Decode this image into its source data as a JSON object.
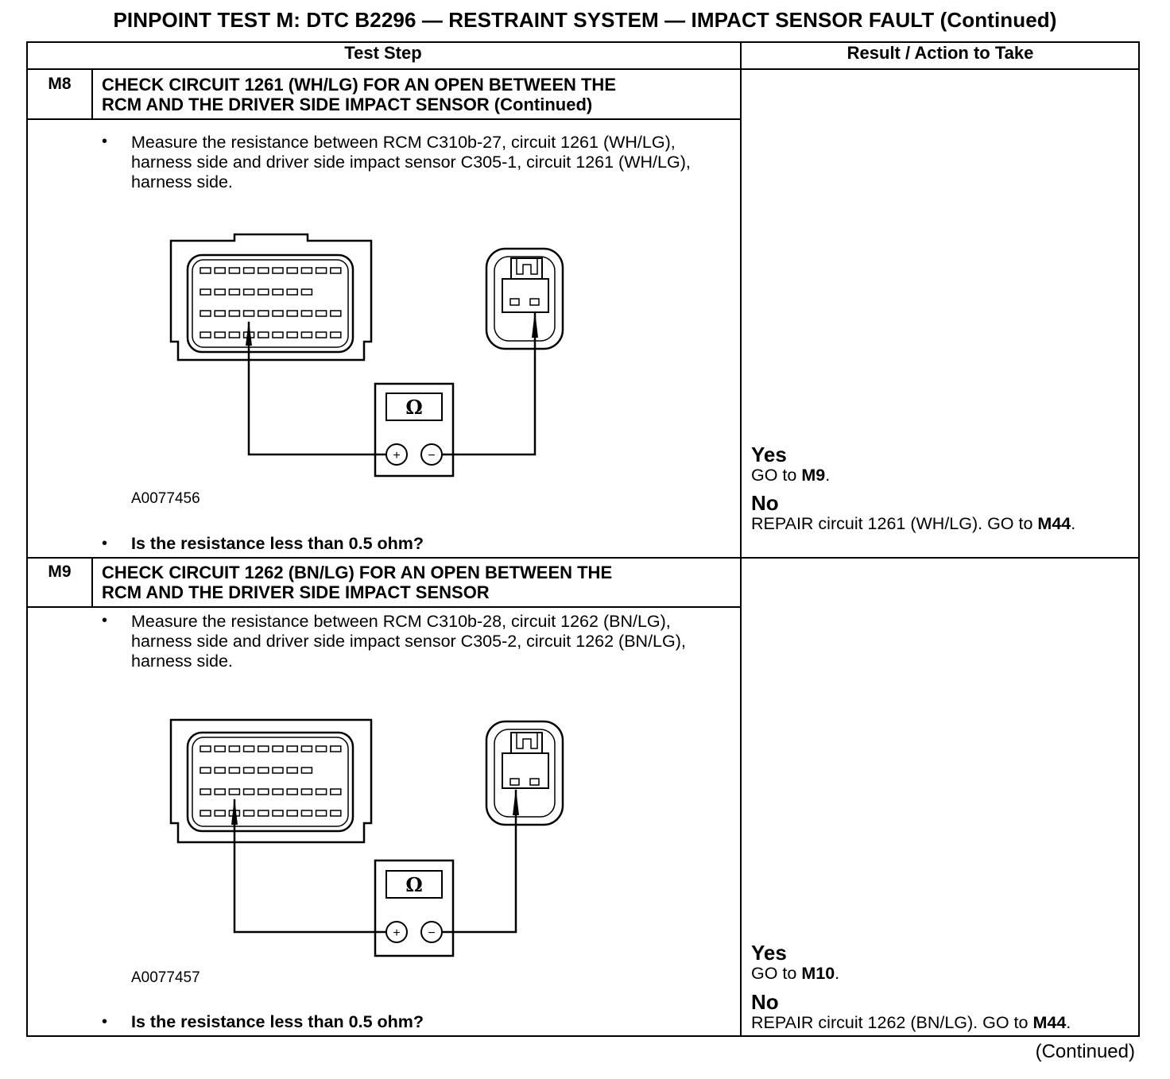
{
  "title": "PINPOINT TEST  M: DTC B2296 — RESTRAINT SYSTEM — IMPACT SENSOR FAULT (Continued)",
  "header": {
    "test_step": "Test Step",
    "result": "Result / Action to Take"
  },
  "steps": [
    {
      "id": "M8",
      "title_line1": "CHECK CIRCUIT 1261 (WH/LG) FOR AN OPEN BETWEEN THE",
      "title_line2": "RCM AND THE DRIVER SIDE IMPACT SENSOR (Continued)",
      "bullet": "•",
      "instruction": "Measure the resistance between RCM C310b-27, circuit 1261 (WH/LG), harness side and driver side impact sensor C305-1, circuit 1261 (WH/LG), harness side.",
      "figure_id": "A0077456",
      "meter_symbol": "Ω",
      "plus": "+",
      "minus": "−",
      "question": "Is the resistance less than 0.5 ohm?",
      "yes_label": "Yes",
      "yes_text_a": "GO to ",
      "yes_text_b": "M9",
      "yes_text_c": ".",
      "no_label": "No",
      "no_text_a": "REPAIR circuit 1261 (WH/LG). GO to ",
      "no_text_b": "M44",
      "no_text_c": "."
    },
    {
      "id": "M9",
      "title_line1": "CHECK CIRCUIT 1262 (BN/LG) FOR AN OPEN BETWEEN THE",
      "title_line2": "RCM AND THE DRIVER SIDE IMPACT SENSOR",
      "bullet": "•",
      "instruction": "Measure the resistance between RCM C310b-28, circuit 1262 (BN/LG), harness side and driver side impact sensor C305-2, circuit 1262 (BN/LG), harness side.",
      "figure_id": "A0077457",
      "meter_symbol": "Ω",
      "plus": "+",
      "minus": "−",
      "question": "Is the resistance less than 0.5 ohm?",
      "yes_label": "Yes",
      "yes_text_a": "GO to ",
      "yes_text_b": "M10",
      "yes_text_c": ".",
      "no_label": "No",
      "no_text_a": "REPAIR circuit 1262 (BN/LG). GO to ",
      "no_text_b": "M44",
      "no_text_c": "."
    }
  ],
  "continued": "(Continued)"
}
